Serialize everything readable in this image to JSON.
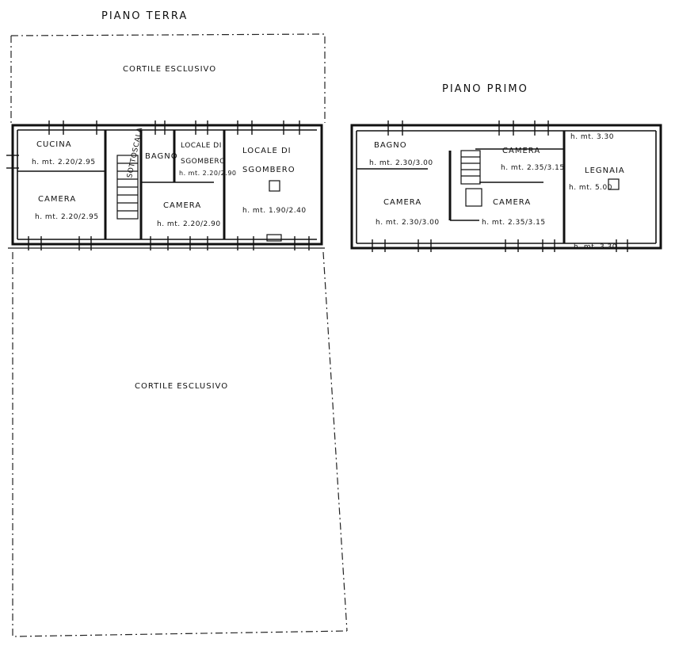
{
  "titles": {
    "ground_floor": "PIANO TERRA",
    "first_floor": "PIANO PRIMO"
  },
  "ground_floor": {
    "courtyard_top": "CORTILE ESCLUSIVO",
    "courtyard_bottom": "CORTILE ESCLUSIVO",
    "rooms": {
      "cucina": {
        "name": "CUCINA",
        "height": "h. mt. 2.20/2.95"
      },
      "camera_left": {
        "name": "CAMERA",
        "height": "h. mt. 2.20/2.95"
      },
      "sottoscala": {
        "name": "SOTTOSCALA"
      },
      "bagno": {
        "name": "BAGNO"
      },
      "locale_small": {
        "name_line1": "LOCALE DI",
        "name_line2": "SGOMBERO",
        "height": "h. mt. 2.20/2.90"
      },
      "camera_mid": {
        "name": "CAMERA",
        "height": "h. mt. 2.20/2.90"
      },
      "locale_big": {
        "name_line1": "LOCALE DI",
        "name_line2": "SGOMBERO",
        "height": "h. mt. 1.90/2.40"
      }
    }
  },
  "first_floor": {
    "rooms": {
      "bagno": {
        "name": "BAGNO",
        "height": "h. mt. 2.30/3.00"
      },
      "camera_top": {
        "name": "CAMERA",
        "height": "h. mt. 2.35/3.15"
      },
      "camera_left": {
        "name": "CAMERA",
        "height": "h. mt. 2.30/3.00"
      },
      "camera_right": {
        "name": "CAMERA",
        "height": "h. mt. 2.35/3.15"
      },
      "legnaia": {
        "name": "LEGNAIA",
        "height": "h. mt. 5.00",
        "height_top": "h. mt. 3.30",
        "height_bottom": "h. mt. 3.30"
      }
    }
  }
}
